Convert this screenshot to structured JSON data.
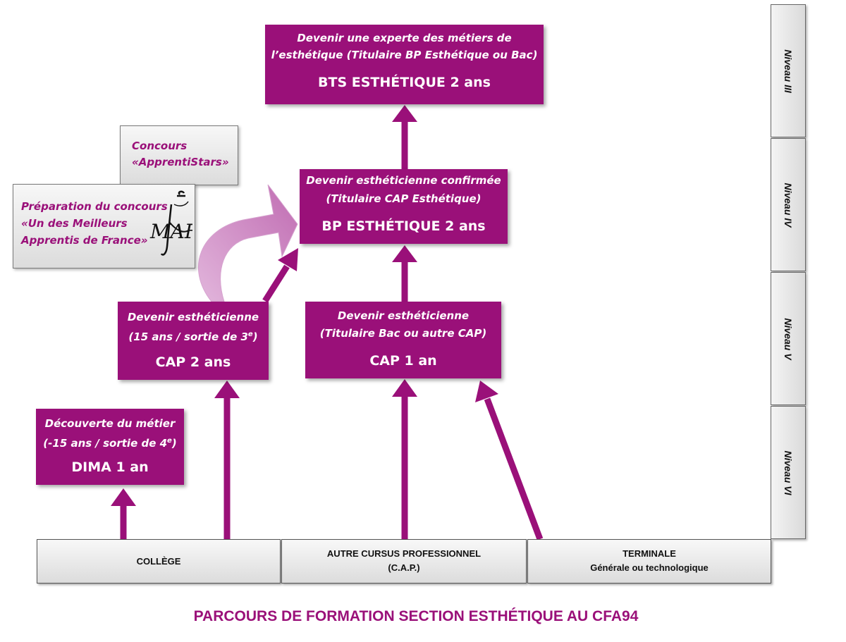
{
  "boxes": {
    "bts": {
      "sub1": "Devenir une experte des métiers de",
      "sub2": "l’esthétique (Titulaire BP Esthétique ou Bac)",
      "main": "BTS ESTHÉTIQUE 2 ans"
    },
    "bp": {
      "sub1": "Devenir esthéticienne confirmée",
      "sub2": "(Titulaire CAP Esthétique)",
      "main": "BP ESTHÉTIQUE 2 ans"
    },
    "cap2": {
      "sub1": "Devenir esthéticienne",
      "sub2_pre": "(15 ans / sortie de 3",
      "sub2_sup": "e",
      "sub2_post": ")",
      "main": "CAP 2 ans"
    },
    "cap1": {
      "sub1": "Devenir esthéticienne",
      "sub2": "(Titulaire Bac ou autre CAP)",
      "main": "CAP 1 an"
    },
    "dima": {
      "sub1": "Découverte du métier",
      "sub2_pre": "(-15 ans / sortie de 4",
      "sub2_sup": "e",
      "sub2_post": ")",
      "main": "DIMA 1 an"
    }
  },
  "concours": {
    "line1": "Concours",
    "line2": "«ApprentiStars»"
  },
  "preparation": {
    "line1": "Préparation du concours",
    "line2": "«Un des Meilleurs",
    "line3": "Apprentis de France»",
    "logo_text": "MAF"
  },
  "bottom": {
    "college": "COLLÈGE",
    "autre_line1": "AUTRE CURSUS PROFESSIONNEL",
    "autre_line2": "(C.A.P.)",
    "terminale_line1": "TERMINALE",
    "terminale_line2": "Générale ou technologique"
  },
  "levels": [
    "Niveau III",
    "Niveau IV",
    "Niveau V",
    "Niveau VI"
  ],
  "title": "PARCOURS DE FORMATION SECTION ESTHÉTIQUE AU CFA94",
  "colors": {
    "purple": "#9a1079",
    "light_purple": "#c77dbb"
  }
}
